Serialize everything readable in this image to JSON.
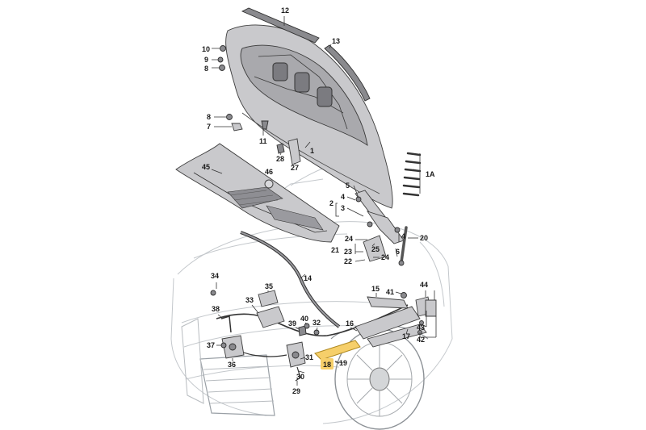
{
  "highlight_color": "#f6cf6a",
  "labels": {
    "p12": "12",
    "p13": "13",
    "p10": "10",
    "p9": "9",
    "p8a": "8",
    "p8b": "8",
    "p7": "7",
    "p11": "11",
    "p1": "1",
    "p28": "28",
    "p27": "27",
    "p46": "46",
    "p45": "45",
    "p1A": "1A",
    "p5": "5",
    "p2": "2",
    "p4a": "4",
    "p3": "3",
    "p20": "20",
    "p4b": "4",
    "p24a": "24",
    "p25": "25",
    "p21": "21",
    "p23": "23",
    "p6": "6",
    "p24b": "24",
    "p22": "22",
    "p14": "14",
    "p34": "34",
    "p35": "35",
    "p15": "15",
    "p41": "41",
    "p44": "44",
    "p33": "33",
    "p38": "38",
    "p40": "40",
    "p32": "32",
    "p39": "39",
    "p43": "43",
    "p16": "16",
    "p37": "37",
    "p17": "17",
    "p42": "42",
    "p31": "31",
    "p36": "36",
    "p19": "19",
    "p18": "18",
    "p30": "30",
    "p29": "29"
  }
}
